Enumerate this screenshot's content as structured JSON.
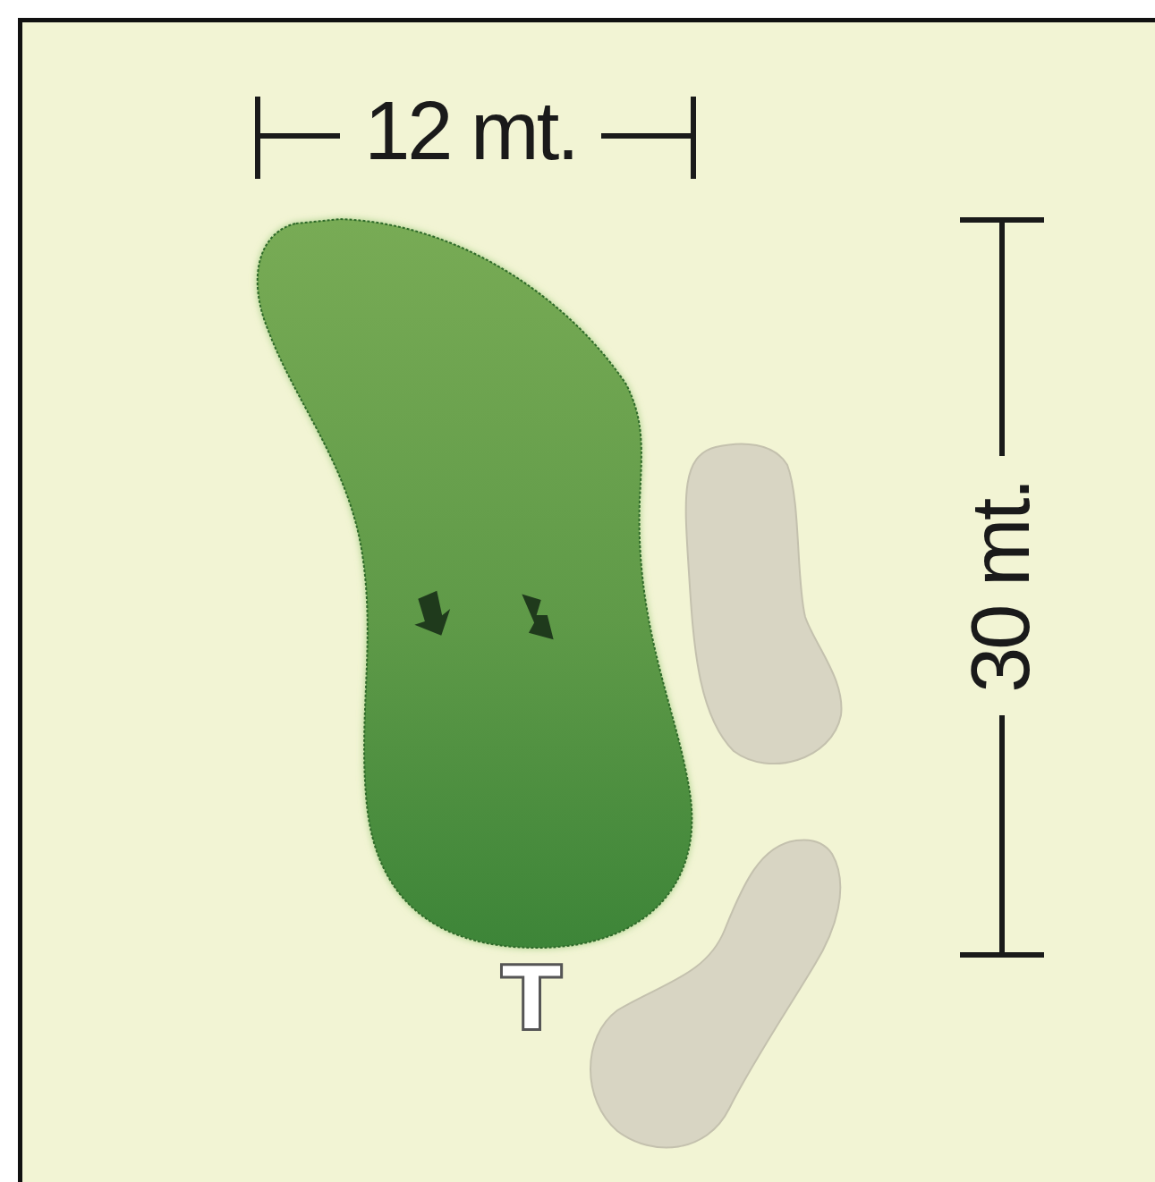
{
  "diagram": {
    "labels": [
      "12 mt.",
      "30 mt.",
      "T"
    ]
  }
}
